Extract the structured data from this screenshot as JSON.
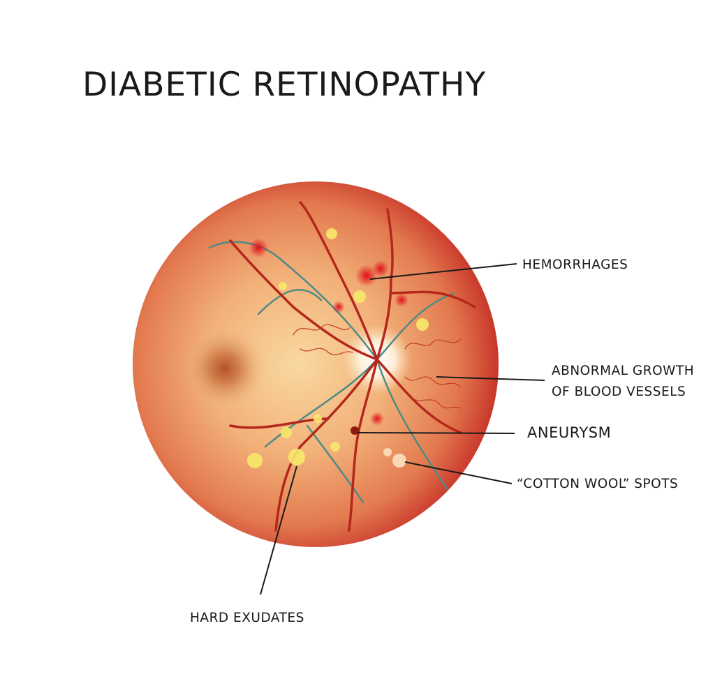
{
  "title": "DIABETIC RETINOPATHY",
  "labels": {
    "hemorrhages": "HEMORRHAGES",
    "abnormal_line1": "ABNORMAL GROWTH",
    "abnormal_line2": "OF BLOOD VESSELS",
    "aneurysm": "ANEURYSM",
    "cotton_wool": "“COTTON WOOL” SPOTS",
    "hard_exudates": "HARD EXUDATES"
  },
  "colors": {
    "retina_outer": "#c8362a",
    "retina_inner": "#f6c98a",
    "vessel_artery": "#b5261c",
    "vessel_vein": "#4f8a86",
    "exudate": "#f7e96a"
  }
}
